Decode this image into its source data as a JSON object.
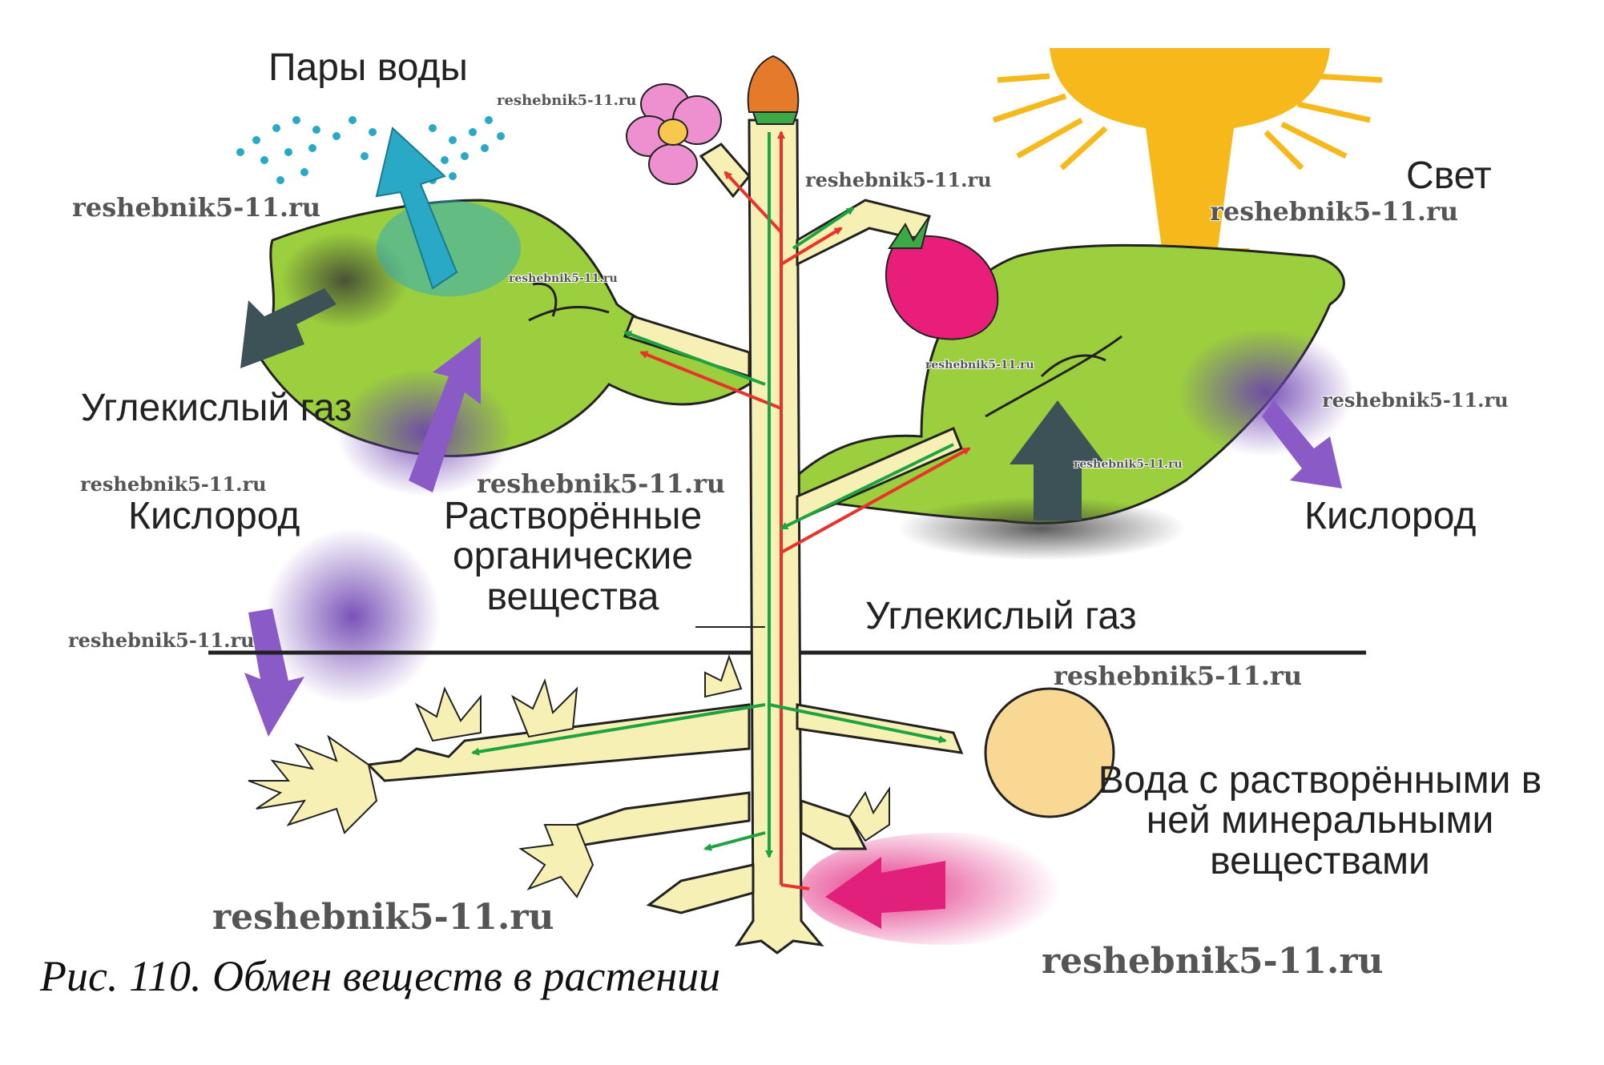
{
  "labels": {
    "water_vapor": "Пары воды",
    "light": "Свет",
    "co2_left": "Углекислый газ",
    "oxygen_left": "Кислород",
    "dissolved_organic": "Растворённые органические вещества",
    "oxygen_right": "Кислород",
    "co2_bottom": "Углекислый газ",
    "water_minerals": "Вода с растворёнными в ней минеральными веществами"
  },
  "caption": "Рис. 110. Обмен веществ в растении",
  "watermark": "reshebnik5-11.ru",
  "colors": {
    "leaf": "#9ccf3d",
    "stem": "#f7f0b4",
    "flow_up": "#e8322b",
    "flow_down": "#1fa340",
    "sun": "#f7b81c",
    "oxygen": "#8a5ac6",
    "co2": "#3d5256",
    "vapor": "#29a9c6",
    "flower": "#ee8fcf",
    "berry": "#e91e7b",
    "minerals": "#e0207a"
  }
}
